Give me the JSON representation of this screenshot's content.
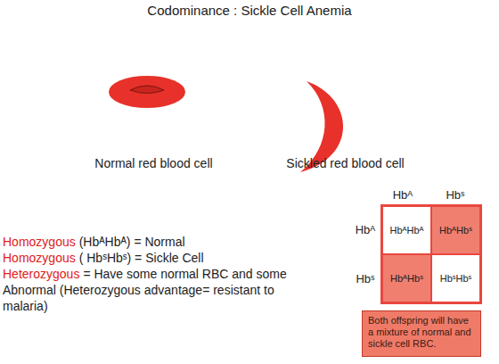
{
  "diagram": {
    "title": "Codominance : Sickle Cell Anemia",
    "nodes": [
      {
        "text": [
          "HbᴬHbᴬ"
        ]
      },
      {
        "text": [
          "HbᴬHbˢ"
        ]
      },
      {
        "text": [
          "HbᴬHbˢ"
        ]
      },
      {
        "text": [
          "HbˢHbˢ"
        ]
      },
      {
        "text": [
          "Both offspring will have a mixture of normal and sickle cell RBC."
        ]
      }
    ],
    "labels": [
      "Normal red blood cell",
      "Sickled red blood cell",
      "Homozygous",
      "(HbᴬHbᴬ) = Normal",
      "Homozygous",
      "( HbˢHbˢ) = Sickle Cell",
      "Heterozygous",
      "= Have some normal RBC and some Abnormal (Heterozygous advantage= resistant to malaria)",
      "Hbᴬ",
      "Hbˢ",
      "Hbᴬ",
      "Hbˢ"
    ]
  }
}
